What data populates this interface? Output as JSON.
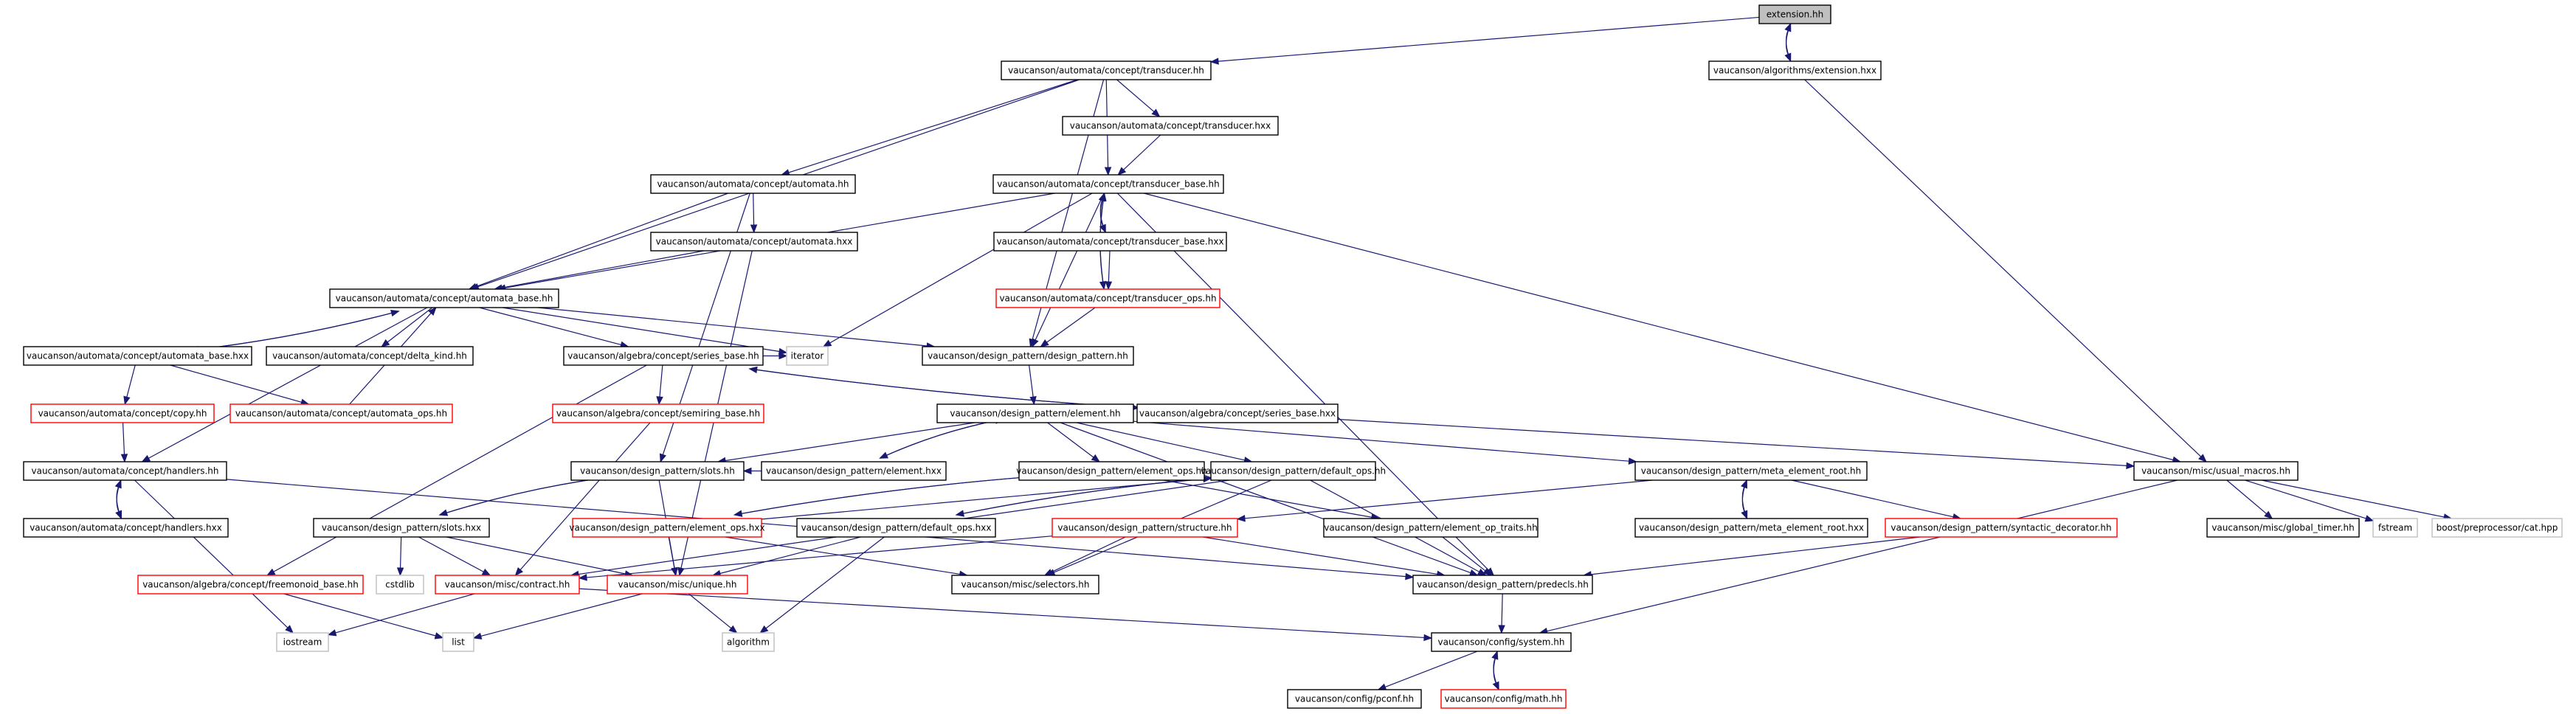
{
  "colors": {
    "edge": "#191970",
    "node_border": "#000000",
    "node_fill": "#ffffff",
    "root_fill": "#bfbfbf",
    "missing_border": "#ff0000",
    "external_border": "#bfbfbf"
  },
  "nodes": [
    {
      "id": "n0",
      "label": "extension.hh",
      "kind": "root"
    },
    {
      "id": "n1",
      "label": "vaucanson/automata/concept/transducer.hh",
      "kind": "normal"
    },
    {
      "id": "n2",
      "label": "vaucanson/algorithms/extension.hxx",
      "kind": "normal"
    },
    {
      "id": "n3",
      "label": "vaucanson/automata/concept/transducer.hxx",
      "kind": "normal"
    },
    {
      "id": "n4",
      "label": "vaucanson/automata/concept/automata.hh",
      "kind": "normal"
    },
    {
      "id": "n5",
      "label": "vaucanson/automata/concept/transducer_base.hh",
      "kind": "normal"
    },
    {
      "id": "n6",
      "label": "vaucanson/automata/concept/transducer_base.hxx",
      "kind": "normal"
    },
    {
      "id": "n7",
      "label": "vaucanson/automata/concept/automata.hxx",
      "kind": "normal"
    },
    {
      "id": "n8",
      "label": "vaucanson/automata/concept/transducer_ops.hh",
      "kind": "missing"
    },
    {
      "id": "n9",
      "label": "vaucanson/automata/concept/automata_base.hh",
      "kind": "normal"
    },
    {
      "id": "n10",
      "label": "vaucanson/automata/concept/automata_base.hxx",
      "kind": "normal"
    },
    {
      "id": "n11",
      "label": "vaucanson/automata/concept/delta_kind.hh",
      "kind": "normal"
    },
    {
      "id": "n12",
      "label": "vaucanson/algebra/concept/series_base.hh",
      "kind": "normal"
    },
    {
      "id": "n13",
      "label": "iterator",
      "kind": "external"
    },
    {
      "id": "n14",
      "label": "vaucanson/design_pattern/design_pattern.hh",
      "kind": "normal"
    },
    {
      "id": "n15",
      "label": "vaucanson/automata/concept/copy.hh",
      "kind": "missing"
    },
    {
      "id": "n16",
      "label": "vaucanson/automata/concept/automata_ops.hh",
      "kind": "missing"
    },
    {
      "id": "n17",
      "label": "vaucanson/algebra/concept/semiring_base.hh",
      "kind": "missing"
    },
    {
      "id": "n18",
      "label": "vaucanson/design_pattern/element.hh",
      "kind": "normal"
    },
    {
      "id": "n19",
      "label": "vaucanson/algebra/concept/series_base.hxx",
      "kind": "normal"
    },
    {
      "id": "n20",
      "label": "vaucanson/automata/concept/handlers.hh",
      "kind": "normal"
    },
    {
      "id": "n21",
      "label": "vaucanson/design_pattern/slots.hh",
      "kind": "normal"
    },
    {
      "id": "n22",
      "label": "vaucanson/design_pattern/element.hxx",
      "kind": "normal"
    },
    {
      "id": "n23",
      "label": "vaucanson/design_pattern/element_ops.hh",
      "kind": "normal"
    },
    {
      "id": "n24",
      "label": "vaucanson/design_pattern/default_ops.hh",
      "kind": "normal"
    },
    {
      "id": "n25",
      "label": "vaucanson/design_pattern/meta_element_root.hh",
      "kind": "normal"
    },
    {
      "id": "n26",
      "label": "vaucanson/misc/usual_macros.hh",
      "kind": "normal"
    },
    {
      "id": "n27",
      "label": "vaucanson/automata/concept/handlers.hxx",
      "kind": "normal"
    },
    {
      "id": "n28",
      "label": "vaucanson/design_pattern/slots.hxx",
      "kind": "normal"
    },
    {
      "id": "n29",
      "label": "vaucanson/design_pattern/element_ops.hxx",
      "kind": "missing"
    },
    {
      "id": "n30",
      "label": "vaucanson/design_pattern/default_ops.hxx",
      "kind": "normal"
    },
    {
      "id": "n31",
      "label": "vaucanson/design_pattern/structure.hh",
      "kind": "missing"
    },
    {
      "id": "n32",
      "label": "vaucanson/design_pattern/element_op_traits.hh",
      "kind": "normal"
    },
    {
      "id": "n33",
      "label": "vaucanson/design_pattern/meta_element_root.hxx",
      "kind": "normal"
    },
    {
      "id": "n34",
      "label": "vaucanson/design_pattern/syntactic_decorator.hh",
      "kind": "missing"
    },
    {
      "id": "n35",
      "label": "vaucanson/misc/global_timer.hh",
      "kind": "normal"
    },
    {
      "id": "n36",
      "label": "fstream",
      "kind": "external"
    },
    {
      "id": "n37",
      "label": "boost/preprocessor/cat.hpp",
      "kind": "external"
    },
    {
      "id": "n38",
      "label": "vaucanson/algebra/concept/freemonoid_base.hh",
      "kind": "missing"
    },
    {
      "id": "n39",
      "label": "cstdlib",
      "kind": "external"
    },
    {
      "id": "n40",
      "label": "vaucanson/misc/contract.hh",
      "kind": "missing"
    },
    {
      "id": "n41",
      "label": "vaucanson/misc/unique.hh",
      "kind": "missing"
    },
    {
      "id": "n42",
      "label": "vaucanson/misc/selectors.hh",
      "kind": "normal"
    },
    {
      "id": "n43",
      "label": "vaucanson/design_pattern/predecls.hh",
      "kind": "normal"
    },
    {
      "id": "n44",
      "label": "iostream",
      "kind": "external"
    },
    {
      "id": "n45",
      "label": "list",
      "kind": "external"
    },
    {
      "id": "n46",
      "label": "algorithm",
      "kind": "external"
    },
    {
      "id": "n47",
      "label": "vaucanson/config/system.hh",
      "kind": "normal"
    },
    {
      "id": "n48",
      "label": "vaucanson/config/pconf.hh",
      "kind": "normal"
    },
    {
      "id": "n49",
      "label": "vaucanson/config/math.hh",
      "kind": "missing"
    }
  ],
  "edges": [
    [
      "n0",
      "n1"
    ],
    [
      "n0",
      "n2"
    ],
    [
      "n2",
      "n0"
    ],
    [
      "n2",
      "n26"
    ],
    [
      "n1",
      "n3"
    ],
    [
      "n1",
      "n4"
    ],
    [
      "n1",
      "n5"
    ],
    [
      "n1",
      "n9"
    ],
    [
      "n1",
      "n14"
    ],
    [
      "n3",
      "n5"
    ],
    [
      "n5",
      "n6"
    ],
    [
      "n6",
      "n5"
    ],
    [
      "n5",
      "n8"
    ],
    [
      "n8",
      "n5"
    ],
    [
      "n5",
      "n9"
    ],
    [
      "n5",
      "n14"
    ],
    [
      "n5",
      "n13"
    ],
    [
      "n5",
      "n26"
    ],
    [
      "n5",
      "n43"
    ],
    [
      "n6",
      "n8"
    ],
    [
      "n8",
      "n14"
    ],
    [
      "n4",
      "n9"
    ],
    [
      "n4",
      "n7"
    ],
    [
      "n4",
      "n21"
    ],
    [
      "n7",
      "n9"
    ],
    [
      "n7",
      "n41"
    ],
    [
      "n9",
      "n10"
    ],
    [
      "n10",
      "n9"
    ],
    [
      "n9",
      "n11"
    ],
    [
      "n9",
      "n12"
    ],
    [
      "n9",
      "n13"
    ],
    [
      "n9",
      "n14"
    ],
    [
      "n9",
      "n20"
    ],
    [
      "n10",
      "n15"
    ],
    [
      "n10",
      "n16"
    ],
    [
      "n16",
      "n9"
    ],
    [
      "n15",
      "n20"
    ],
    [
      "n20",
      "n27"
    ],
    [
      "n27",
      "n20"
    ],
    [
      "n20",
      "n44"
    ],
    [
      "n20",
      "n43"
    ],
    [
      "n12",
      "n17"
    ],
    [
      "n12",
      "n19"
    ],
    [
      "n19",
      "n12"
    ],
    [
      "n12",
      "n38"
    ],
    [
      "n12",
      "n13"
    ],
    [
      "n17",
      "n40"
    ],
    [
      "n19",
      "n26"
    ],
    [
      "n14",
      "n18"
    ],
    [
      "n18",
      "n21"
    ],
    [
      "n18",
      "n22"
    ],
    [
      "n22",
      "n18"
    ],
    [
      "n18",
      "n23"
    ],
    [
      "n18",
      "n24"
    ],
    [
      "n18",
      "n25"
    ],
    [
      "n18",
      "n43"
    ],
    [
      "n21",
      "n28"
    ],
    [
      "n28",
      "n21"
    ],
    [
      "n21",
      "n41"
    ],
    [
      "n28",
      "n39"
    ],
    [
      "n28",
      "n40"
    ],
    [
      "n28",
      "n41"
    ],
    [
      "n22",
      "n21"
    ],
    [
      "n23",
      "n29"
    ],
    [
      "n29",
      "n23"
    ],
    [
      "n23",
      "n32"
    ],
    [
      "n24",
      "n30"
    ],
    [
      "n30",
      "n24"
    ],
    [
      "n24",
      "n42"
    ],
    [
      "n24",
      "n40"
    ],
    [
      "n24",
      "n43"
    ],
    [
      "n29",
      "n24"
    ],
    [
      "n29",
      "n41"
    ],
    [
      "n29",
      "n42"
    ],
    [
      "n30",
      "n46"
    ],
    [
      "n30",
      "n41"
    ],
    [
      "n25",
      "n33"
    ],
    [
      "n33",
      "n25"
    ],
    [
      "n25",
      "n31"
    ],
    [
      "n25",
      "n34"
    ],
    [
      "n31",
      "n40"
    ],
    [
      "n31",
      "n42"
    ],
    [
      "n31",
      "n43"
    ],
    [
      "n32",
      "n43"
    ],
    [
      "n34",
      "n43"
    ],
    [
      "n26",
      "n35"
    ],
    [
      "n26",
      "n36"
    ],
    [
      "n26",
      "n37"
    ],
    [
      "n26",
      "n47"
    ],
    [
      "n38",
      "n45"
    ],
    [
      "n40",
      "n44"
    ],
    [
      "n40",
      "n47"
    ],
    [
      "n41",
      "n45"
    ],
    [
      "n41",
      "n46"
    ],
    [
      "n43",
      "n47"
    ],
    [
      "n47",
      "n48"
    ],
    [
      "n47",
      "n49"
    ],
    [
      "n49",
      "n47"
    ]
  ]
}
